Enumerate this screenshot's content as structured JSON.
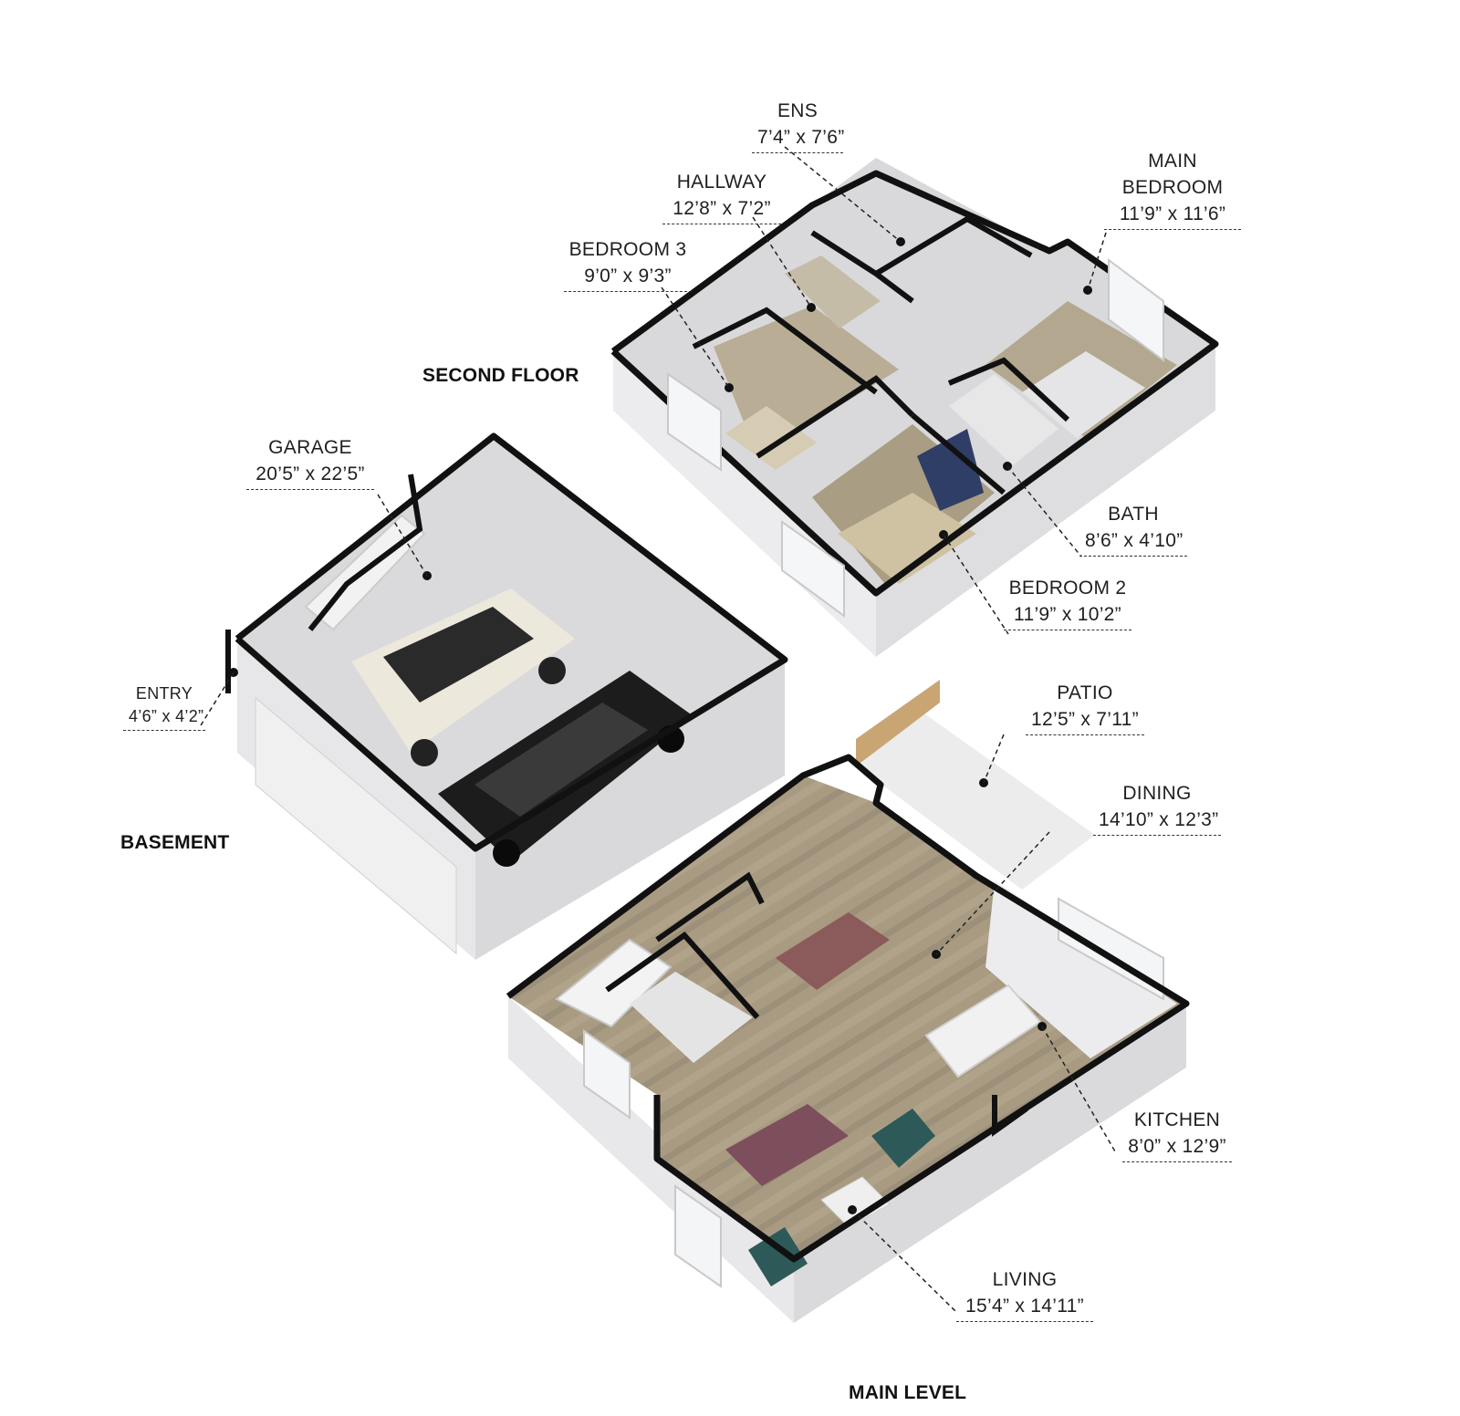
{
  "floors": {
    "second": "SECOND FLOOR",
    "basement": "BASEMENT",
    "main": "MAIN LEVEL"
  },
  "rooms": {
    "ens": {
      "name": "ENS",
      "dim": "7’4” x 7’6”"
    },
    "main_bedroom": {
      "name_line1": "MAIN",
      "name_line2": "BEDROOM",
      "dim": "11’9” x 11’6”"
    },
    "hallway": {
      "name": "HALLWAY",
      "dim": "12’8” x 7’2”"
    },
    "bedroom3": {
      "name": "BEDROOM 3",
      "dim": "9’0” x 9’3”"
    },
    "bath": {
      "name": "BATH",
      "dim": "8’6” x 4’10”"
    },
    "bedroom2": {
      "name": "BEDROOM 2",
      "dim": "11’9” x 10’2”"
    },
    "garage": {
      "name": "GARAGE",
      "dim": "20’5” x 22’5”"
    },
    "entry": {
      "name": "ENTRY",
      "dim": "4’6” x 4’2”"
    },
    "patio": {
      "name": "PATIO",
      "dim": "12’5” x 7’11”"
    },
    "dining": {
      "name": "DINING",
      "dim": "14’10” x 12’3”"
    },
    "kitchen": {
      "name": "KITCHEN",
      "dim": "8’0” x 12’9”"
    },
    "living": {
      "name": "LIVING",
      "dim": "15’4” x 14’11”"
    }
  },
  "colors": {
    "wall_top": "#111111",
    "wall_side": "#e9e9ea",
    "floor_wood": "#a89b82",
    "floor_grey": "#dcdcde",
    "floor_tile": "#e6e6e6"
  }
}
